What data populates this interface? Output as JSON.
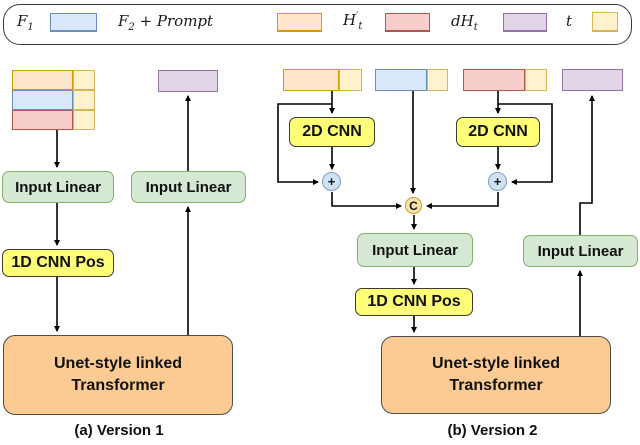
{
  "legend": {
    "items": [
      {
        "base": "F",
        "sub": "1",
        "rest": "",
        "color": "#dae8fc",
        "border": "#6c8ebf"
      },
      {
        "base": "F",
        "sub": "2",
        "rest": " + Prompt",
        "color": "#ffe6cc",
        "border": "#d79b00"
      },
      {
        "base": "H",
        "sup": "′",
        "sub": "t",
        "rest": "",
        "color": "#f8cecc",
        "border": "#b85450"
      },
      {
        "pre": "d",
        "base": "H",
        "sub": "t",
        "rest": "",
        "color": "#e1d5e7",
        "border": "#9673a6"
      },
      {
        "base": "t",
        "rest": "",
        "color": "#fff2cc",
        "border": "#d6b656"
      }
    ]
  },
  "v1": {
    "caption": "(a) Version 1",
    "input_linear_left": "Input Linear",
    "input_linear_right": "Input Linear",
    "cnn_pos": "1D CNN Pos",
    "transformer_line1": "Unet-style linked",
    "transformer_line2": "Transformer"
  },
  "v2": {
    "caption": "(b) Version 2",
    "cnn_left": "2D CNN",
    "cnn_right": "2D CNN",
    "plus_left": "+",
    "plus_right": "+",
    "concat": "C",
    "input_linear_main": "Input Linear",
    "input_linear_right": "Input Linear",
    "cnn_pos": "1D CNN Pos",
    "transformer_line1": "Unet-style linked",
    "transformer_line2": "Transformer"
  },
  "colors": {
    "green_fill": "#d5e8d4",
    "green_border": "#82b366",
    "yellow_node_fill": "#feff77",
    "transformer_fill": "#fbcb93",
    "plus_fill": "#cfe2f6",
    "concat_fill": "#ffe2a8",
    "wire": "#000000"
  }
}
